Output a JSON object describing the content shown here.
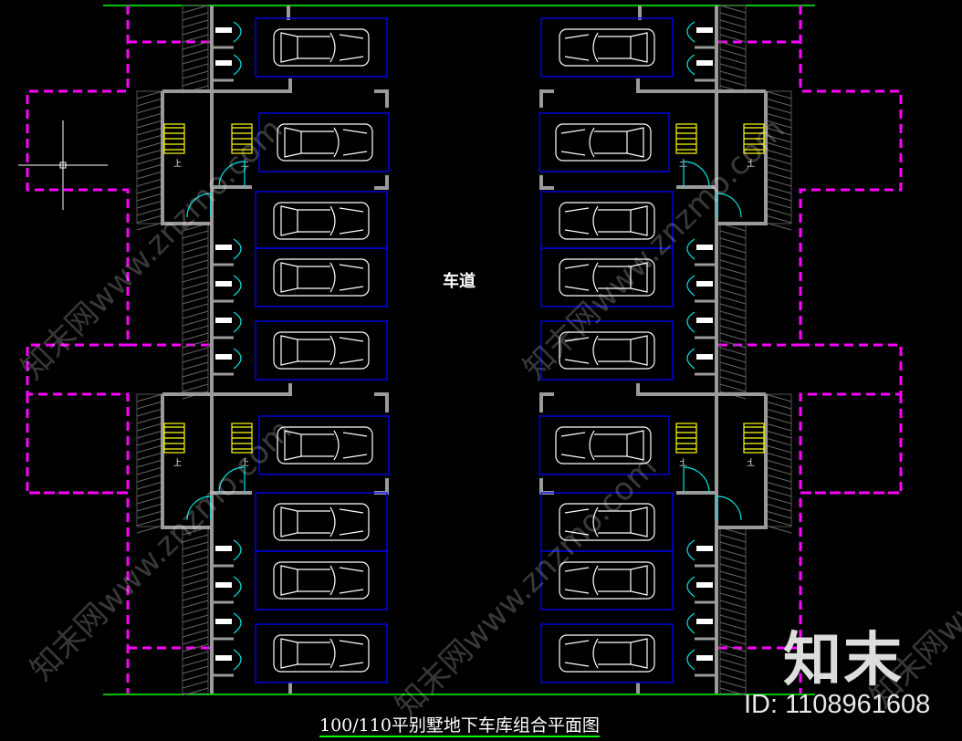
{
  "drawing": {
    "title": "100/110平别墅地下车库组合平面图",
    "lane_label": "车道",
    "stair_label": "上",
    "colors": {
      "background": "#000000",
      "parking_box": "#0000ff",
      "car": "#ffffff",
      "wall": "#9a9a9a",
      "boundary": "#ff00ff",
      "door": "#00e5e5",
      "stair": "#ffff00",
      "axis_line": "#00ff00"
    }
  },
  "watermark": {
    "text": "知末网www.znzmo.com",
    "logo": "知末",
    "id": "ID: 1108961608"
  }
}
